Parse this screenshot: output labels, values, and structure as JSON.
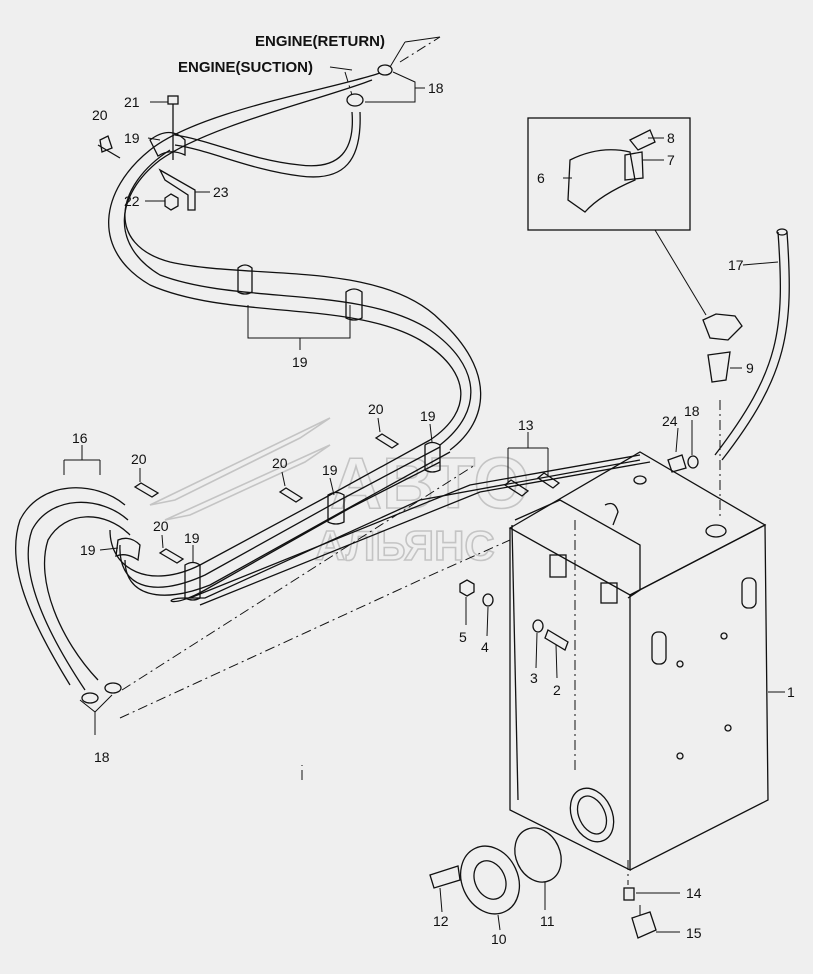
{
  "diagram": {
    "watermark": {
      "line1": "АВТО",
      "line2": "АЛЬЯНС"
    },
    "engine_labels": {
      "return": "ENGINE(RETURN)",
      "suction": "ENGINE(SUCTION)"
    },
    "callouts": {
      "c1": "1",
      "c2": "2",
      "c3": "3",
      "c4": "4",
      "c5": "5",
      "c6": "6",
      "c7": "7",
      "c8": "8",
      "c9": "9",
      "c10": "10",
      "c11": "11",
      "c12": "12",
      "c13": "13",
      "c14": "14",
      "c15": "15",
      "c16": "16",
      "c17": "17",
      "c18a": "18",
      "c18b": "18",
      "c18c": "18",
      "c19a": "19",
      "c19b": "19",
      "c19c": "19",
      "c19d": "19",
      "c19e": "19",
      "c19f": "19",
      "c20a": "20",
      "c20b": "20",
      "c20c": "20",
      "c20d": "20",
      "c20e": "20",
      "c21": "21",
      "c22": "22",
      "c23": "23",
      "c24": "24"
    }
  }
}
